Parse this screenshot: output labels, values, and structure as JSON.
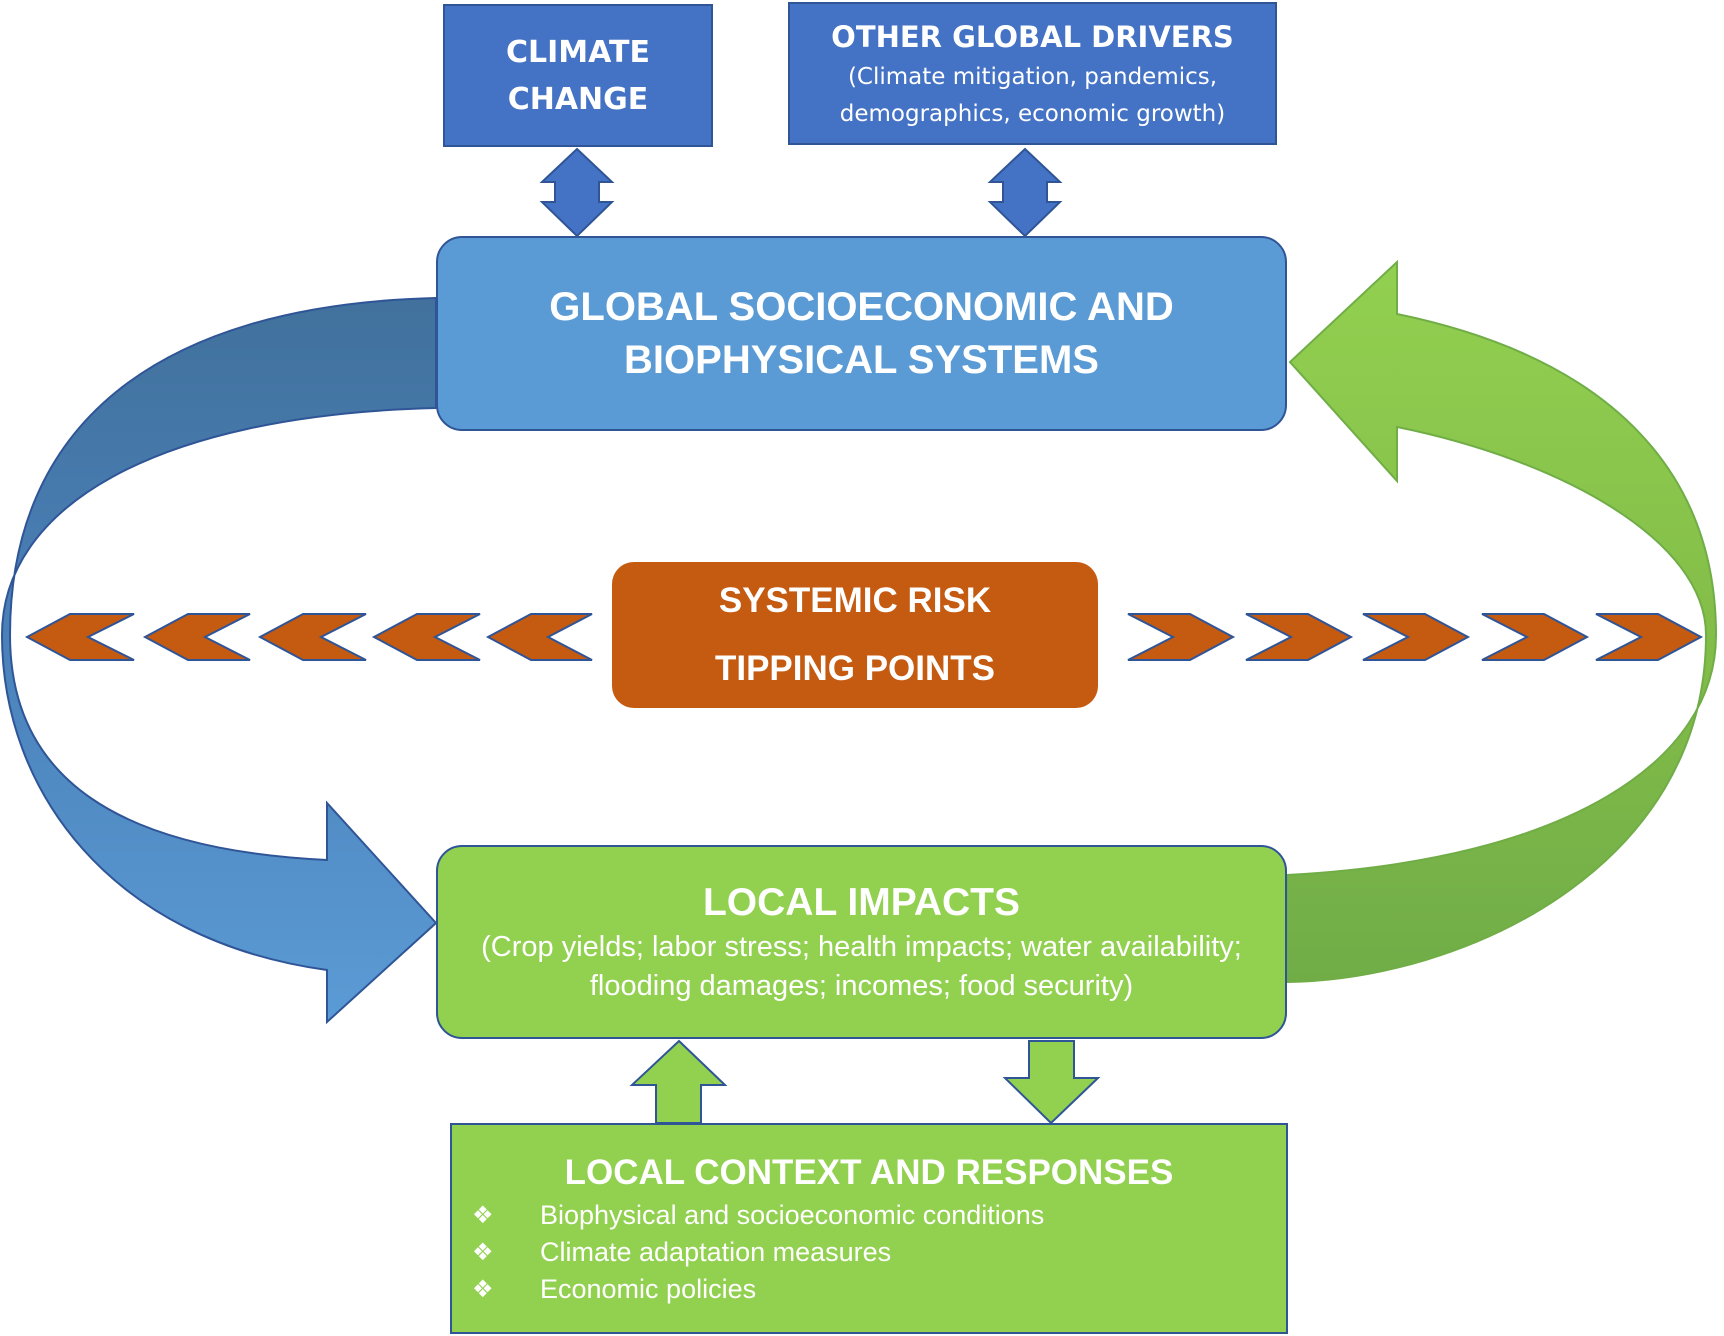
{
  "drivers": {
    "climate_change": [
      "CLIMATE",
      "CHANGE"
    ],
    "other_global": {
      "title": "OTHER GLOBAL DRIVERS",
      "details": [
        "(Climate mitigation, pandemics,",
        "demographics, economic growth)"
      ]
    }
  },
  "global_systems": {
    "lines": [
      "GLOBAL SOCIOECONOMIC AND",
      "BIOPHYSICAL SYSTEMS"
    ]
  },
  "systemic": {
    "lines": [
      "SYSTEMIC RISK",
      "TIPPING POINTS"
    ]
  },
  "local_impacts": {
    "title": "LOCAL IMPACTS",
    "details": [
      "(Crop yields; labor stress; health impacts; water availability;",
      "flooding damages; incomes; food security)"
    ]
  },
  "local_context": {
    "title": "LOCAL CONTEXT AND RESPONSES",
    "bullet_glyph": "❖",
    "items": [
      "Biophysical and socioeconomic conditions",
      "Climate adaptation measures",
      "Economic policies"
    ]
  },
  "colors": {
    "dark_blue": "#4472c4",
    "mid_blue": "#5b9bd5",
    "steel_blue": "#41719c",
    "green": "#92d050",
    "dark_green": "#70ad47",
    "orange": "#c55a11",
    "outline": "#2f5597"
  }
}
